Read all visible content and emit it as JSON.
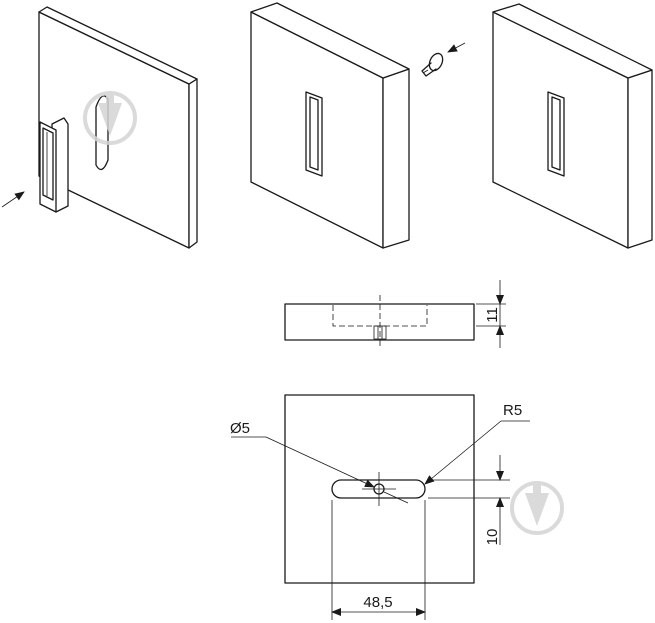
{
  "drawing": {
    "dimensions": {
      "hole_diameter": "Ø5",
      "slot_radius": "R5",
      "slot_length": "48,5",
      "slot_offset": "10",
      "thickness": "11"
    }
  }
}
